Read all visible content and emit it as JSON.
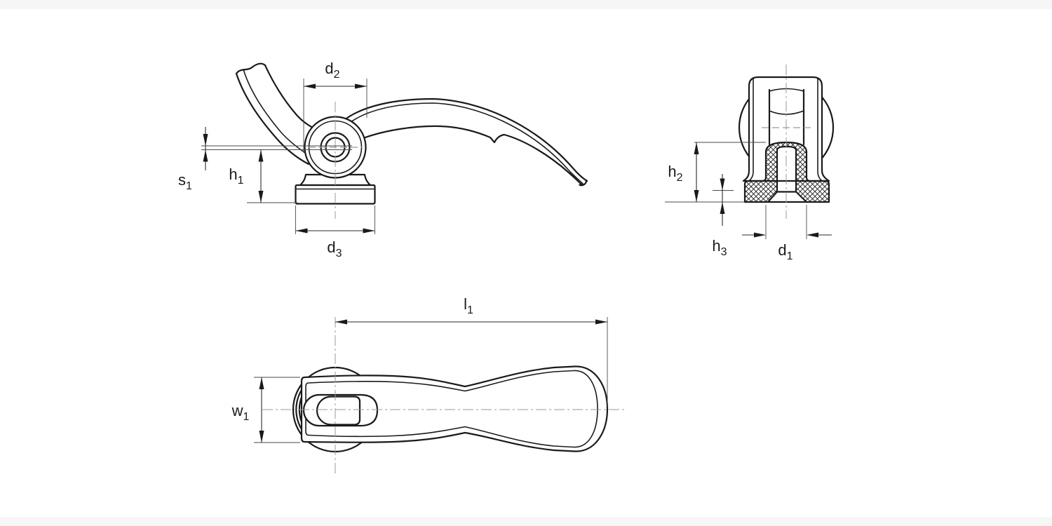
{
  "drawing": {
    "kind": "technical dimension drawing, cam clamping lever, three views",
    "views": {
      "side": {
        "labels": {
          "d2": {
            "main": "d",
            "sub": "2"
          },
          "s1": {
            "main": "s",
            "sub": "1"
          },
          "h1": {
            "main": "h",
            "sub": "1"
          },
          "d3": {
            "main": "d",
            "sub": "3"
          }
        }
      },
      "front": {
        "labels": {
          "h2": {
            "main": "h",
            "sub": "2"
          },
          "h3": {
            "main": "h",
            "sub": "3"
          },
          "d1": {
            "main": "d",
            "sub": "1"
          }
        }
      },
      "top": {
        "labels": {
          "l1": {
            "main": "l",
            "sub": "1"
          },
          "w1": {
            "main": "w",
            "sub": "1"
          }
        }
      }
    },
    "colors": {
      "line": "#1a1a1a",
      "dimension": "#2a2a2a",
      "centerline": "#999999",
      "background": "#ffffff"
    }
  }
}
